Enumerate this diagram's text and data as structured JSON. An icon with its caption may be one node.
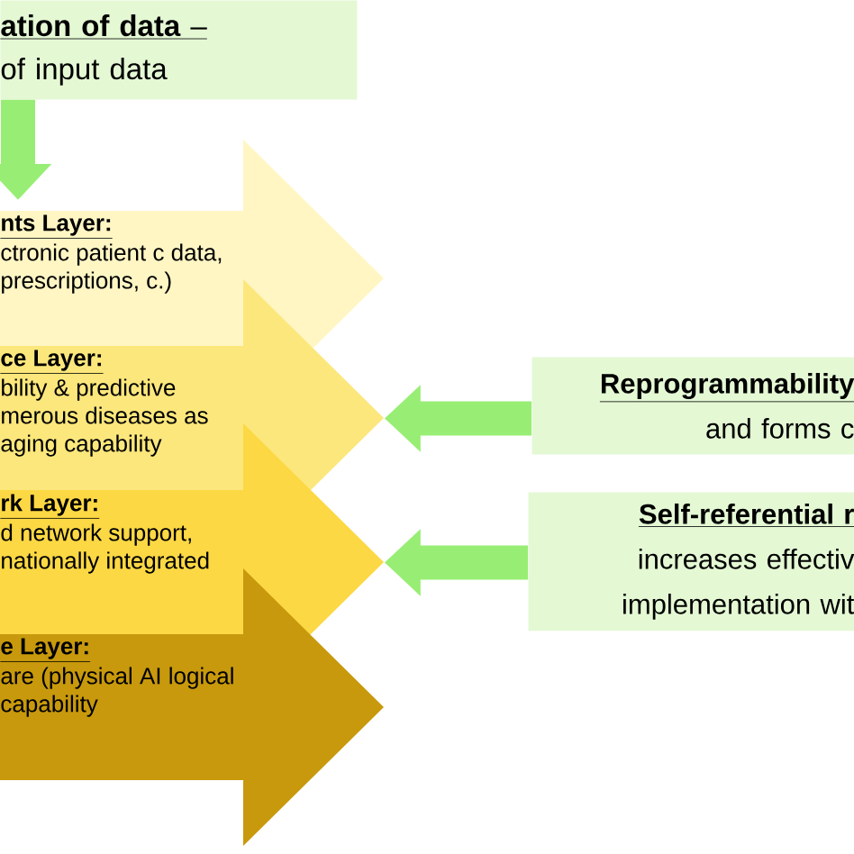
{
  "diagram": {
    "nodes": [
      {
        "text": [
          "**ation of data** –",
          "of input data"
        ]
      },
      {
        "text": [
          "nts Layer:",
          "ctronic patient c data, prescriptions, c.)"
        ]
      },
      {
        "text": [
          "ce Layer:",
          "bility & predictive merous diseases as aging capability"
        ]
      },
      {
        "text": [
          "rk Layer:",
          "d network support, nationally integrated"
        ]
      },
      {
        "text": [
          "e Layer:",
          "are (physical AI logical capability"
        ]
      },
      {
        "text": [
          "Reprogrammability",
          "and forms c"
        ]
      },
      {
        "text": [
          "Self-referential r",
          "increases effectiv implementation wit"
        ]
      }
    ],
    "edges": [
      {
        "from": 0,
        "to": 1,
        "arrow": "to"
      },
      {
        "from": 5,
        "to": 2,
        "arrow": "to"
      },
      {
        "from": 6,
        "to": 3,
        "arrow": "to"
      }
    ]
  }
}
